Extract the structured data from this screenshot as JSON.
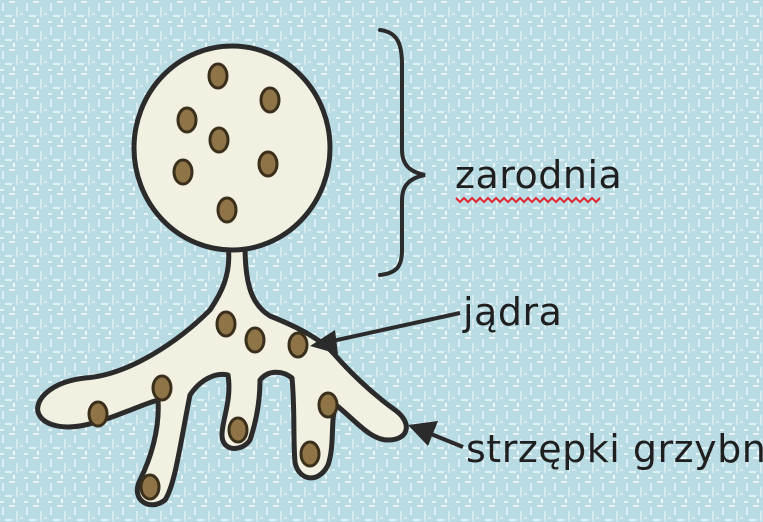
{
  "labels": {
    "sporangium": "zarodnia",
    "nuclei": "jądra",
    "hyphae": "strzępki grzybni"
  },
  "colors": {
    "background": "#b9dbe3",
    "cell_fill": "#f2f0e1",
    "outline": "#2b2b2b",
    "nucleus_fill": "#8e7447",
    "spellcheck_underline": "#e0262f"
  }
}
